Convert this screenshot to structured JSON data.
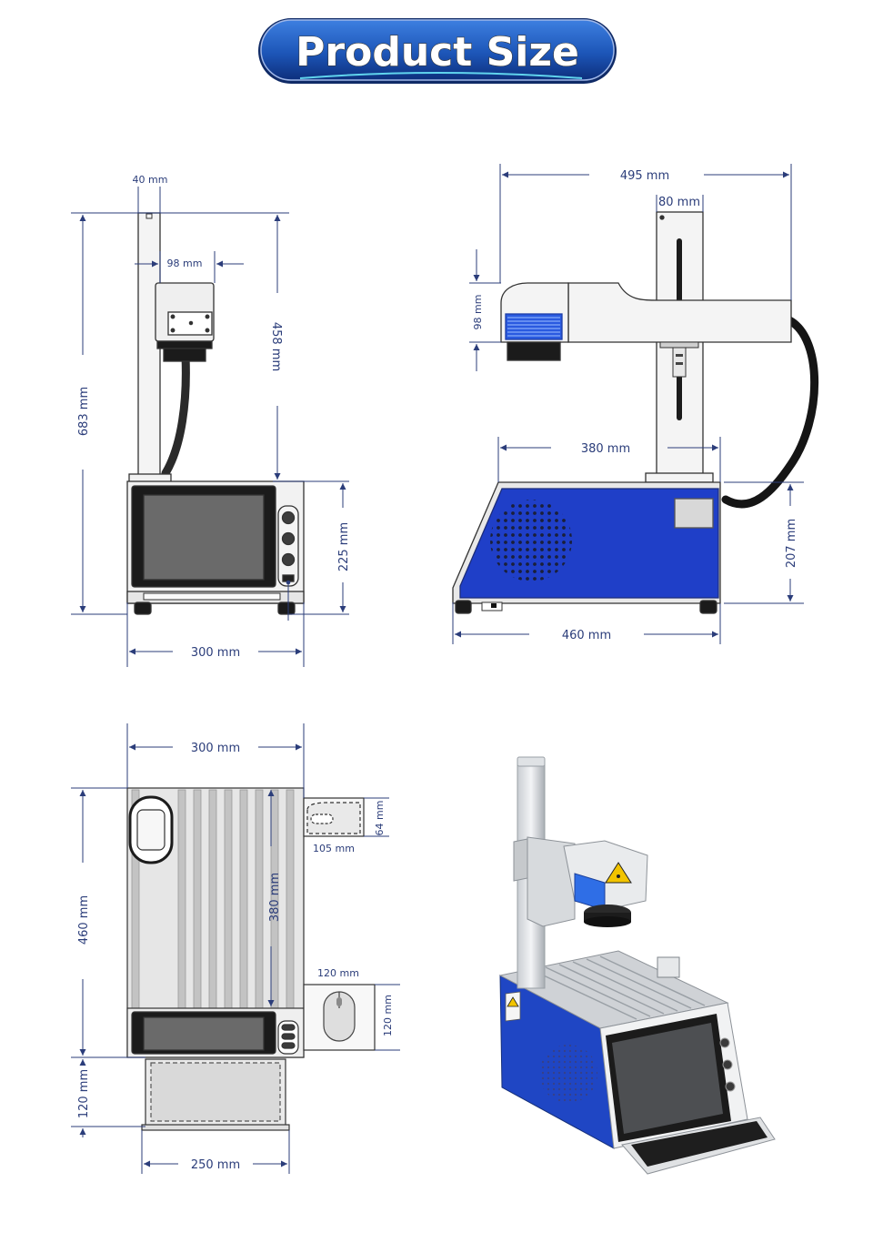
{
  "title": "Product Size",
  "colors": {
    "dimension": "#2b3d7a",
    "machine_blue": "#1f3fc8",
    "title_blue": "#1d56b8",
    "outline": "#333333",
    "panel": "#ececec"
  },
  "front_view": {
    "column_width": "40 mm",
    "head_width": "98 mm",
    "total_height": "683 mm",
    "arm_height": "458 mm",
    "base_height": "225 mm",
    "base_width": "300 mm"
  },
  "side_view": {
    "total_width": "495 mm",
    "column_width": "80 mm",
    "head_height": "98 mm",
    "arm_reach": "380 mm",
    "base_height": "207 mm",
    "base_length": "460 mm"
  },
  "top_view": {
    "width": "300 mm",
    "length": "460 mm",
    "rail_length": "380 mm",
    "tray_height": "64 mm",
    "tray_width": "105 mm",
    "mouse_width": "120 mm",
    "mouse_height": "120 mm",
    "keyboard_depth": "120 mm",
    "keyboard_width": "250 mm"
  },
  "icons": {
    "laser_warning": "laser-warning-icon",
    "mouse": "mouse-icon"
  }
}
